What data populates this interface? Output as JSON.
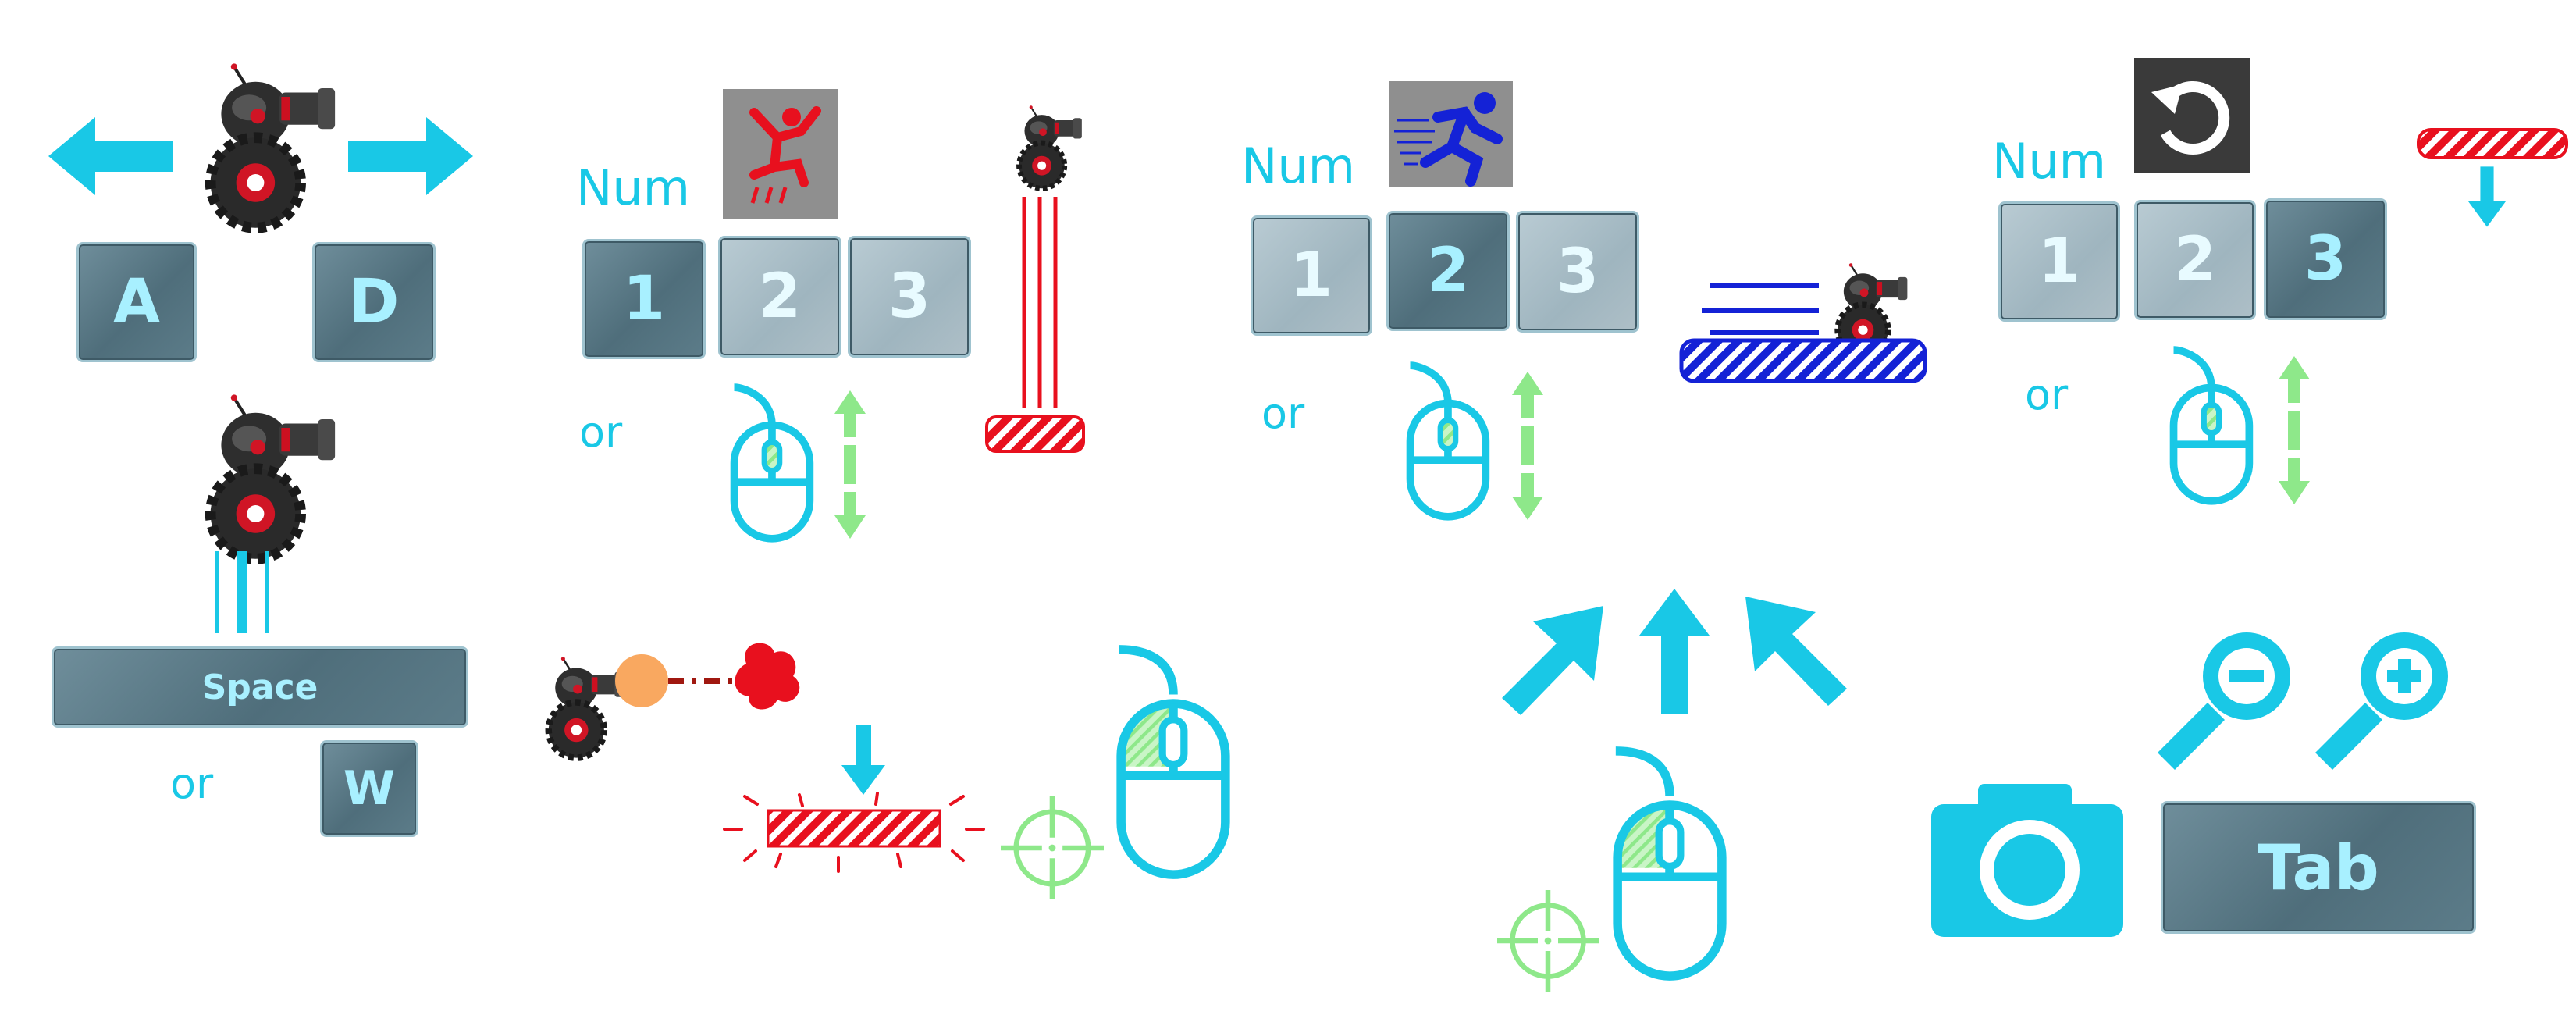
{
  "colors": {
    "cyan": "#19c8e6",
    "key_dark": "#557582",
    "key_light": "#a9bcc5",
    "red": "#e8101e",
    "blue": "#1422d6",
    "green": "#8ee88a",
    "robot_dark": "#2b2b2b"
  },
  "move_section": {
    "key_a": "A",
    "key_d": "D"
  },
  "jump_section": {
    "key_space": "Space",
    "or_label": "or",
    "key_w": "W"
  },
  "drop_section": {
    "num_label": "Num",
    "keys": [
      "1",
      "2",
      "3"
    ],
    "active_key": 0,
    "or_label": "or",
    "icon": "fall-person-icon"
  },
  "dash_section": {
    "num_label": "Num",
    "keys": [
      "1",
      "2",
      "3"
    ],
    "active_key": 1,
    "or_label": "or",
    "icon": "running-person-icon"
  },
  "rotate_section": {
    "num_label": "Num",
    "keys": [
      "1",
      "2",
      "3"
    ],
    "active_key": 2,
    "or_label": "or",
    "icon": "rotate-icon"
  },
  "camera_section": {
    "key_tab": "Tab",
    "icons": [
      "zoom-out-icon",
      "zoom-in-icon",
      "camera-icon"
    ]
  },
  "fire_section": {
    "icons": [
      "crosshair-icon",
      "mouse-left-click-icon"
    ]
  },
  "aim_section": {
    "icons": [
      "arrow-up-left-icon",
      "arrow-up-icon",
      "arrow-up-right-icon",
      "mouse-left-click-icon",
      "crosshair-icon"
    ]
  }
}
